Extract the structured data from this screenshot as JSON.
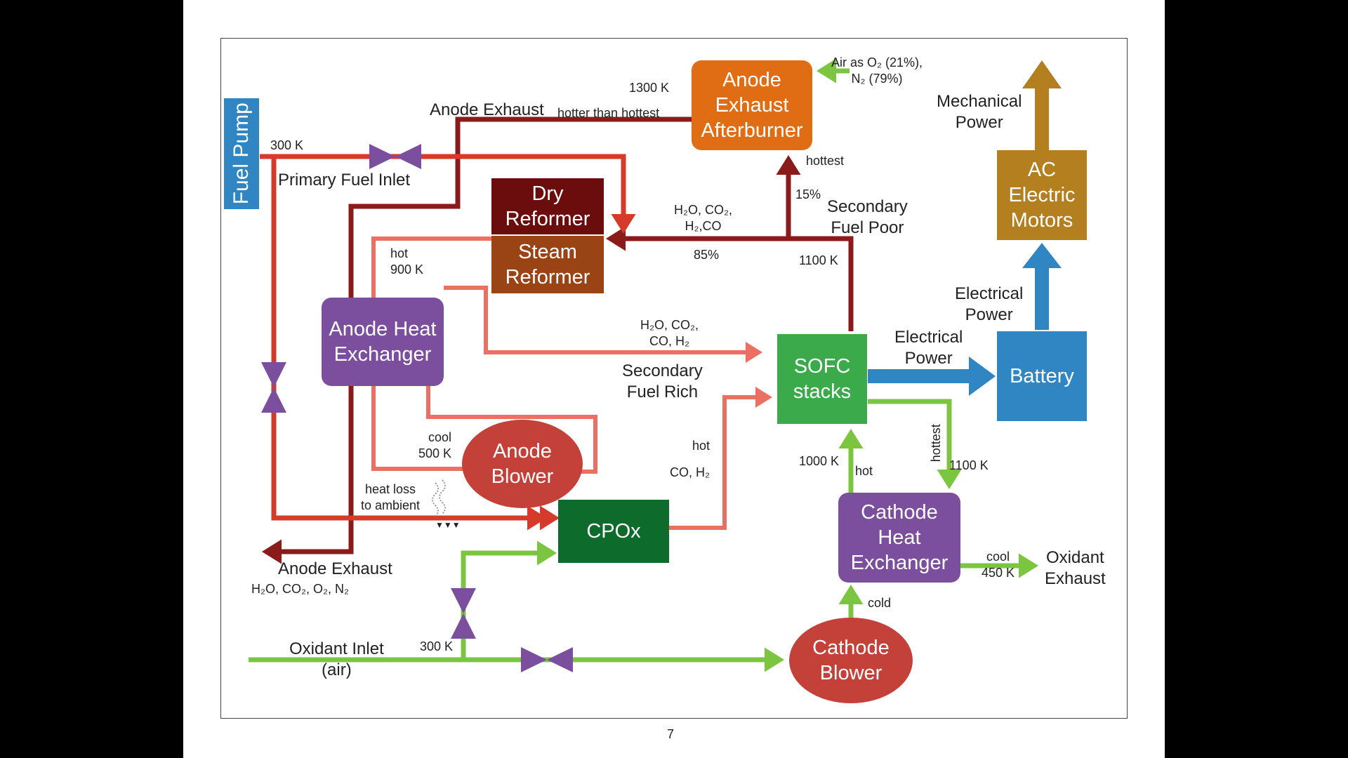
{
  "nodes": {
    "fuel_pump": "Fuel Pump",
    "anode_afterburner": "Anode\nExhaust\nAfterburner",
    "dry_reformer": "Dry\nReformer",
    "steam_reformer": "Steam\nReformer",
    "anode_heat_exchanger": "Anode Heat\nExchanger",
    "anode_blower": "Anode\nBlower",
    "cpox": "CPOx",
    "sofc": "SOFC\nstacks",
    "battery": "Battery",
    "ac_motors": "AC\nElectric\nMotors",
    "cathode_heat_exchanger": "Cathode\nHeat\nExchanger",
    "cathode_blower": "Cathode\nBlower"
  },
  "labels": {
    "t300_top": "300 K",
    "primary_fuel_inlet": "Primary Fuel Inlet",
    "anode_exhaust_top": "Anode Exhaust",
    "hotter_than_hottest": "hotter than hottest",
    "t1300": "1300 K",
    "air_as": "Air as O₂ (21%),\nN₂ (79%)",
    "mechanical_power": "Mechanical\nPower",
    "hottest_after": "hottest",
    "pct15": "15%",
    "secondary_fuel_poor": "Secondary\nFuel Poor",
    "h2o_co2_h2co": "H₂O, CO₂,\nH₂,CO",
    "pct85": "85%",
    "t1100_top": "1100 K",
    "hot_900": "hot\n900 K",
    "h2o_co2_co_h2": "H₂O, CO₂,\nCO, H₂",
    "secondary_fuel_rich": "Secondary\nFuel Rich",
    "electrical_power_1": "Electrical\nPower",
    "electrical_power_2": "Electrical\nPower",
    "cool_500": "cool\n500 K",
    "hot_cpox": "hot",
    "co_h2": "CO, H₂",
    "heat_loss": "heat loss\nto ambient",
    "t1000": "1000 K",
    "hot_cathode": "hot",
    "hottest_cathode": "hottest",
    "t1100_cathode": "1100 K",
    "anode_exhaust_bottom": "Anode Exhaust",
    "anode_exhaust_species": "H₂O, CO₂, O₂, N₂",
    "cool_450": "cool\n450 K",
    "oxidant_exhaust": "Oxidant\nExhaust",
    "cold": "cold",
    "oxidant_inlet": "Oxidant Inlet\n(air)",
    "t300_bottom": "300 K"
  },
  "page_number": "7",
  "colors": {
    "dark_red": "#8b1a1a",
    "red": "#d63a2a",
    "salmon": "#ec6f63",
    "green": "#7cc540",
    "blue": "#2f86c2",
    "gold": "#b47f1e",
    "purple": "#7b4f9d",
    "valve": "#7b4f9d"
  }
}
